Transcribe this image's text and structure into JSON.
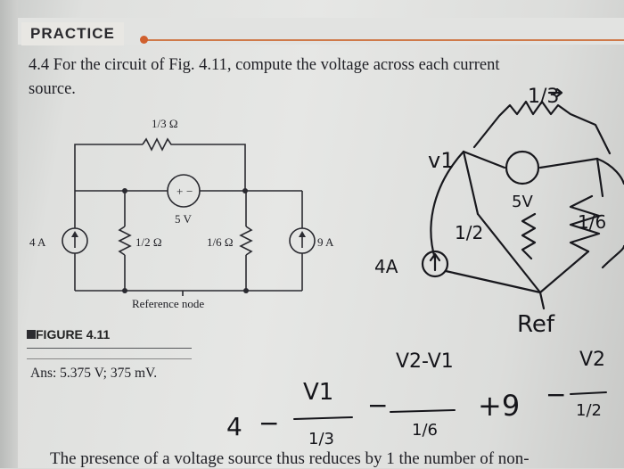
{
  "header": {
    "practice_label": "PRACTICE"
  },
  "problem": {
    "line1": "4.4 For the circuit of Fig. 4.11, compute the voltage across each current",
    "line2": "source."
  },
  "circuit": {
    "top_resistor": "1/3 Ω",
    "source_4a": "4 A",
    "resistor_half": "1/2 Ω",
    "resistor_sixth": "1/6 Ω",
    "source_9a": "9 A",
    "voltage_source": "5 V",
    "voltage_plus": "+",
    "voltage_minus": "−",
    "reference_node": "Reference node"
  },
  "figure": {
    "title": "FIGURE 4.11",
    "answer": "Ans: 5.375 V; 375 mV."
  },
  "handwriting": {
    "frac_top": "1/3",
    "v1_label": "v1",
    "five_v": "5V",
    "half_label": "1/2",
    "sixth_label": "1/6",
    "four_a": "4A",
    "ref_label": "Ref",
    "v2_minus_v1": "V2-V1",
    "v2": "V2",
    "v1_eq": "V1",
    "four": "4",
    "minus": "−",
    "plus_nine": "+9",
    "third": "1/3",
    "sixth": "1/6",
    "half": "1/2"
  },
  "bottom_text": "The presence of a voltage source thus reduces by 1 the number of non-"
}
